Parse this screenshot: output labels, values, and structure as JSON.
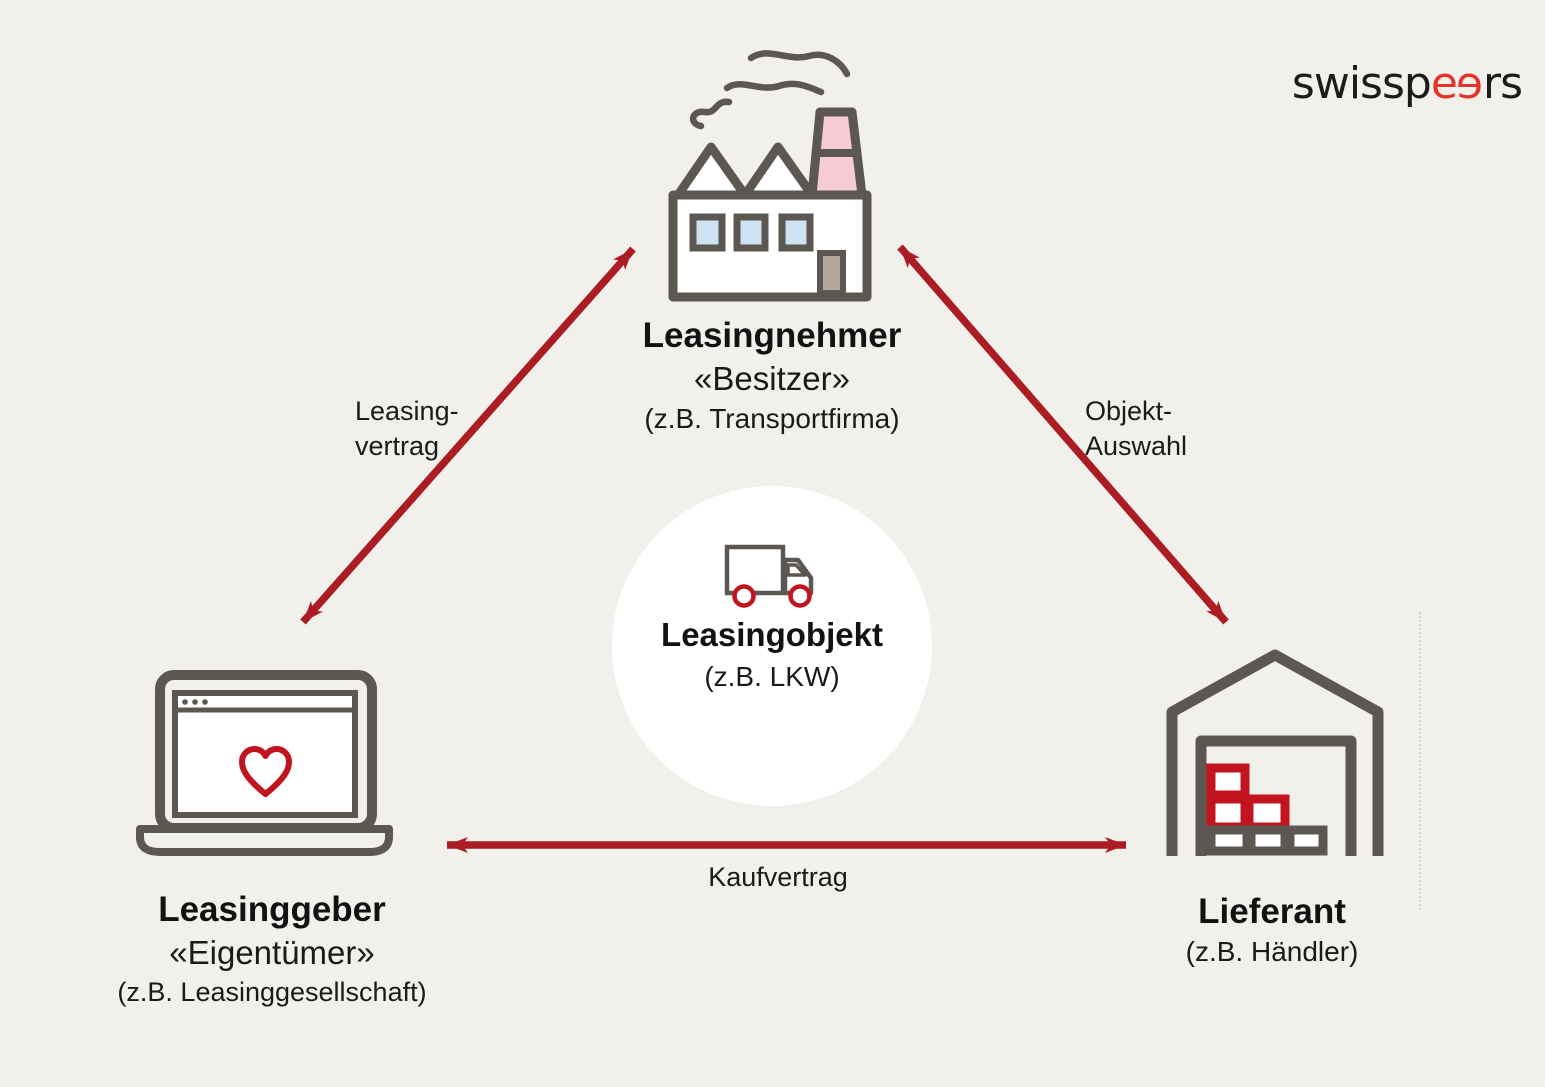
{
  "logo": {
    "part1": "swissp",
    "e1": "e",
    "e2": "e",
    "part3": "rs"
  },
  "nodes": {
    "leasingnehmer": {
      "icon": "factory-icon",
      "title": "Leasingnehmer",
      "subtitle": "«Besitzer»",
      "example": "(z.B. Transportfirma)"
    },
    "leasinggeber": {
      "icon": "laptop-icon",
      "title": "Leasinggeber",
      "subtitle": "«Eigentümer»",
      "example": "(z.B. Leasinggesellschaft)"
    },
    "lieferant": {
      "icon": "warehouse-icon",
      "title": "Lieferant",
      "example": "(z.B. Händler)"
    },
    "leasingobjekt": {
      "icon": "truck-icon",
      "title": "Leasingobjekt",
      "example": "(z.B. LKW)"
    }
  },
  "edges": {
    "leasingvertrag": {
      "line1": "Leasing-",
      "line2": "vertrag",
      "between": [
        "leasinggeber",
        "leasingnehmer"
      ],
      "direction": "bidirectional"
    },
    "objektauswahl": {
      "line1": "Objekt-",
      "line2": "Auswahl",
      "between": [
        "leasingnehmer",
        "lieferant"
      ],
      "direction": "bidirectional"
    },
    "kaufvertrag": {
      "label": "Kaufvertrag",
      "between": [
        "leasinggeber",
        "lieferant"
      ],
      "direction": "bidirectional"
    }
  },
  "colors": {
    "background": "#f2f0eb",
    "icon_outline": "#5d5752",
    "arrow_red": "#ab1d23",
    "accent_red": "#c2141f",
    "logo_red": "#e5332a",
    "chimney_pink": "#f5ccd3",
    "window_blue": "#cfe3f2",
    "door_taupe": "#b2a69d",
    "text": "#141414"
  }
}
